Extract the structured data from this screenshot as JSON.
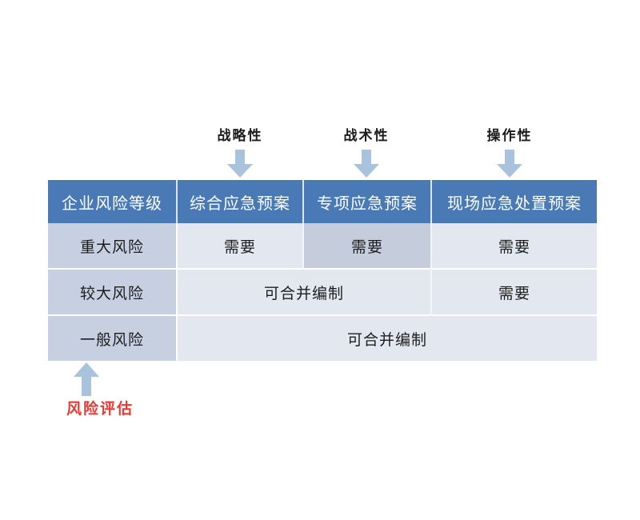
{
  "annotations": {
    "top": [
      {
        "label": "战略性",
        "icon": "arrow-down-icon",
        "target_column": "综合应急预案"
      },
      {
        "label": "战术性",
        "icon": "arrow-down-icon",
        "target_column": "专项应急预案"
      },
      {
        "label": "操作性",
        "icon": "arrow-down-icon",
        "target_column": "现场应急处置预案"
      }
    ],
    "bottom": {
      "label": "风险评估",
      "icon": "arrow-up-icon",
      "target_column": "企业风险等级",
      "color": "#ea3a33"
    }
  },
  "colors": {
    "header_bg": "#4a7ab6",
    "header_text": "#ffffff",
    "rowhead_bg": "#c7d0e0",
    "cell_bg": "#e3e7ef",
    "cell_emphasis_bg": "#c5cddd",
    "arrow_blue": "#a9c3de",
    "accent_red": "#ea3a33",
    "body_text": "#1d1d1d"
  },
  "table": {
    "headers": [
      "企业风险等级",
      "综合应急预案",
      "专项应急预案",
      "现场应急处置预案"
    ],
    "rows": [
      {
        "risk_level": "重大风险",
        "cells": [
          {
            "text": "需要",
            "emphasis": false,
            "span": 1
          },
          {
            "text": "需要",
            "emphasis": true,
            "span": 1
          },
          {
            "text": "需要",
            "emphasis": false,
            "span": 1
          }
        ]
      },
      {
        "risk_level": "较大风险",
        "cells": [
          {
            "text": "可合并编制",
            "emphasis": false,
            "span": 2
          },
          {
            "text": "需要",
            "emphasis": false,
            "span": 1
          }
        ]
      },
      {
        "risk_level": "一般风险",
        "cells": [
          {
            "text": "可合并编制",
            "emphasis": false,
            "span": 3
          }
        ]
      }
    ]
  }
}
